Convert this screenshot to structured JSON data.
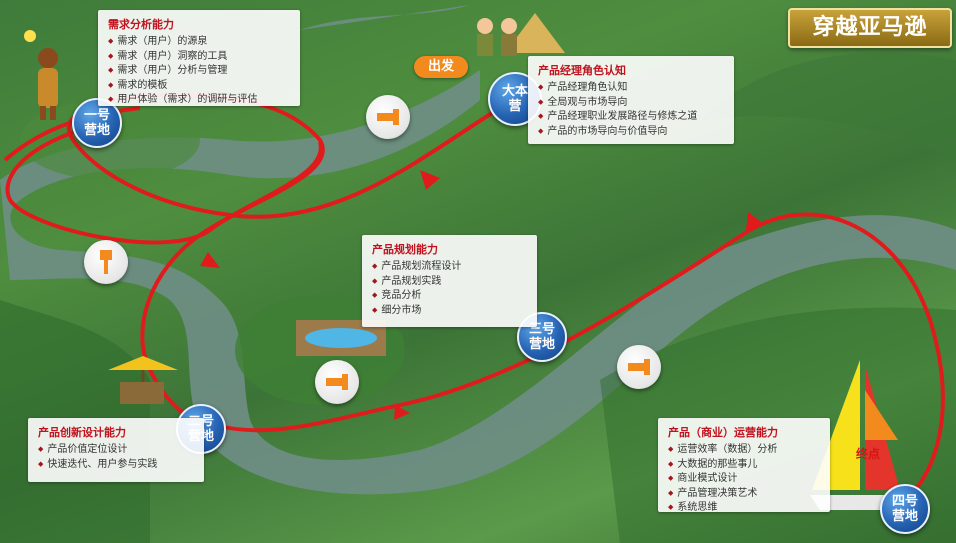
{
  "title": "穿越亚马逊",
  "start_label": "出发",
  "finish_label": "终点",
  "camps": {
    "base": "大本营",
    "camp1": "一号营地",
    "camp2": "二号营地",
    "camp3": "三号营地",
    "camp4": "四号营地"
  },
  "panels": {
    "pm_role": {
      "title": "产品经理角色认知",
      "items": [
        "产品经理角色认知",
        "全局观与市场导向",
        "产品经理职业发展路径与修炼之道",
        "产品的市场导向与价值导向"
      ]
    },
    "demand": {
      "title": "需求分析能力",
      "items": [
        "需求（用户）的源泉",
        "需求（用户）洞察的工具",
        "需求（用户）分析与管理",
        "需求的模板",
        "用户体验（需求）的调研与评估"
      ]
    },
    "planning": {
      "title": "产品规划能力",
      "items": [
        "产品规划流程设计",
        "产品规划实践",
        "竞品分析",
        "细分市场"
      ]
    },
    "innovation": {
      "title": "产品创新设计能力",
      "items": [
        "产品价值定位设计",
        "快速迭代、用户参与实践"
      ]
    },
    "operation": {
      "title": "产品（商业）运营能力",
      "items": [
        "运营效率（数据）分析",
        "大数据的那些事儿",
        "商业模式设计",
        "产品管理决策艺术",
        "系统思维"
      ]
    }
  },
  "colors": {
    "route": "#e01b1b",
    "camp": "#2563b3",
    "accent": "#f28a1d",
    "panel_title": "#c1121f"
  }
}
